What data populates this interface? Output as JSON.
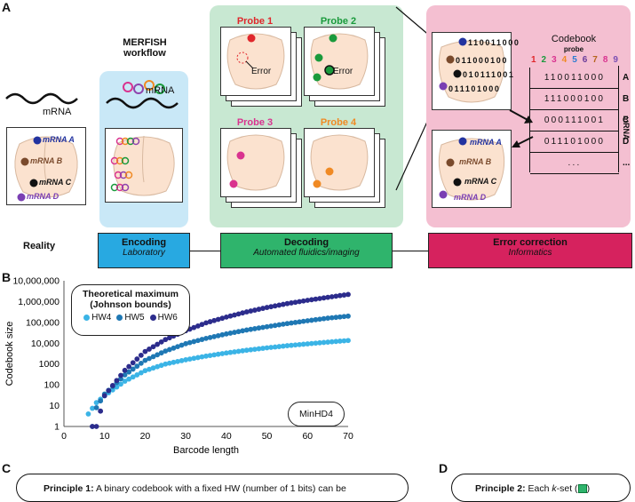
{
  "panel_a": {
    "letter": "A",
    "mrna_label": "mRNA",
    "merfish_title": "MERFISH\nworkflow",
    "merfish_mrna_label": "mRNA",
    "reality_cell_labels": [
      "mRNA A",
      "mRNA B",
      "mRNA C",
      "mRNA D"
    ],
    "probes": [
      {
        "title": "Probe 1",
        "color": "#e0262b",
        "error_label": "Error"
      },
      {
        "title": "Probe 2",
        "color": "#1a9a3c",
        "error_label": "Error"
      },
      {
        "title": "Probe 3",
        "color": "#d9338f"
      },
      {
        "title": "Probe 4",
        "color": "#f08a24"
      }
    ],
    "decoded_codes": [
      "110011000",
      "011000100",
      "010111001",
      "011101000"
    ],
    "codebook": {
      "title": "Codebook",
      "probe_label": "probe",
      "probe_numbers": [
        "1",
        "2",
        "3",
        "4",
        "5",
        "6",
        "7",
        "8",
        "9"
      ],
      "probe_number_colors": [
        "#e0262b",
        "#1a9a3c",
        "#d9338f",
        "#f08a24",
        "#2b7bd1",
        "#6a3d9a",
        "#b5651d",
        "#d9338f",
        "#7a4fb3"
      ],
      "rows": [
        {
          "bits": "110011000",
          "label": "A"
        },
        {
          "bits": "111000100",
          "label": "B"
        },
        {
          "bits": "000111001",
          "label": "C"
        },
        {
          "bits": "011101000",
          "label": "D"
        },
        {
          "bits": "...",
          "label": "..."
        }
      ],
      "side_label": "mRNA"
    },
    "corrected_cell_labels": [
      "mRNA A",
      "mRNA B",
      "mRNA C",
      "mRNA D"
    ],
    "reality_label": "Reality",
    "stages": [
      {
        "title": "Encoding",
        "subtitle": "Laboratory",
        "color": "#28a9e1"
      },
      {
        "title": "Decoding",
        "subtitle": "Automated fluidics/imaging",
        "color": "#2fb46c"
      },
      {
        "title": "Error correction",
        "subtitle": "Informatics",
        "color": "#d6225e"
      }
    ]
  },
  "panel_b": {
    "letter": "B",
    "legend_title": "Theoretical maximum\n(Johnson bounds)",
    "minhd_label": "MinHD4",
    "chart_data": {
      "type": "scatter",
      "xlabel": "Barcode length",
      "ylabel": "Codebook size",
      "xlim": [
        0,
        70
      ],
      "ylim": [
        1,
        10000000
      ],
      "y_scale": "log",
      "x_ticks": [
        "0",
        "10",
        "20",
        "30",
        "40",
        "50",
        "60",
        "70"
      ],
      "y_ticks": [
        "1",
        "10",
        "100",
        "1000",
        "10,000",
        "100,000",
        "1,000,000",
        "10,000,000"
      ],
      "grid": false,
      "legend_position": "top-left",
      "series": [
        {
          "name": "HW4",
          "color": "#3bb4e6",
          "x": [
            6,
            8,
            10,
            15,
            20,
            25,
            30,
            35,
            40,
            45,
            50,
            55,
            60,
            65,
            70
          ],
          "y": [
            4,
            14,
            30,
            150,
            480,
            1000,
            1600,
            2400,
            3400,
            4600,
            6000,
            7600,
            9300,
            11300,
            13500
          ]
        },
        {
          "name": "HW5",
          "color": "#1f78b4",
          "x": [
            7,
            8,
            10,
            15,
            20,
            25,
            30,
            35,
            40,
            45,
            50,
            55,
            60,
            65,
            70
          ],
          "y": [
            1,
            8,
            36,
            300,
            1500,
            4200,
            9500,
            17000,
            28000,
            43000,
            62000,
            88000,
            120000,
            160000,
            200000
          ]
        },
        {
          "name": "HW6",
          "color": "#2c2c8c",
          "x": [
            7,
            8,
            10,
            15,
            20,
            25,
            30,
            35,
            40,
            45,
            50,
            55,
            60,
            65,
            70
          ],
          "y": [
            1,
            1,
            30,
            500,
            4000,
            15000,
            40000,
            95000,
            180000,
            320000,
            520000,
            800000,
            1150000,
            1600000,
            2200000
          ]
        }
      ]
    }
  },
  "panel_c": {
    "letter": "C",
    "text_bold": "Principle 1:",
    "text": " A binary codebook with a fixed HW (number of 1 bits) can be"
  },
  "panel_d": {
    "letter": "D",
    "text_bold": "Principle 2:",
    "text_pre": " Each ",
    "text_italic": "k",
    "text_post": "-set (",
    "text_end": ")"
  }
}
